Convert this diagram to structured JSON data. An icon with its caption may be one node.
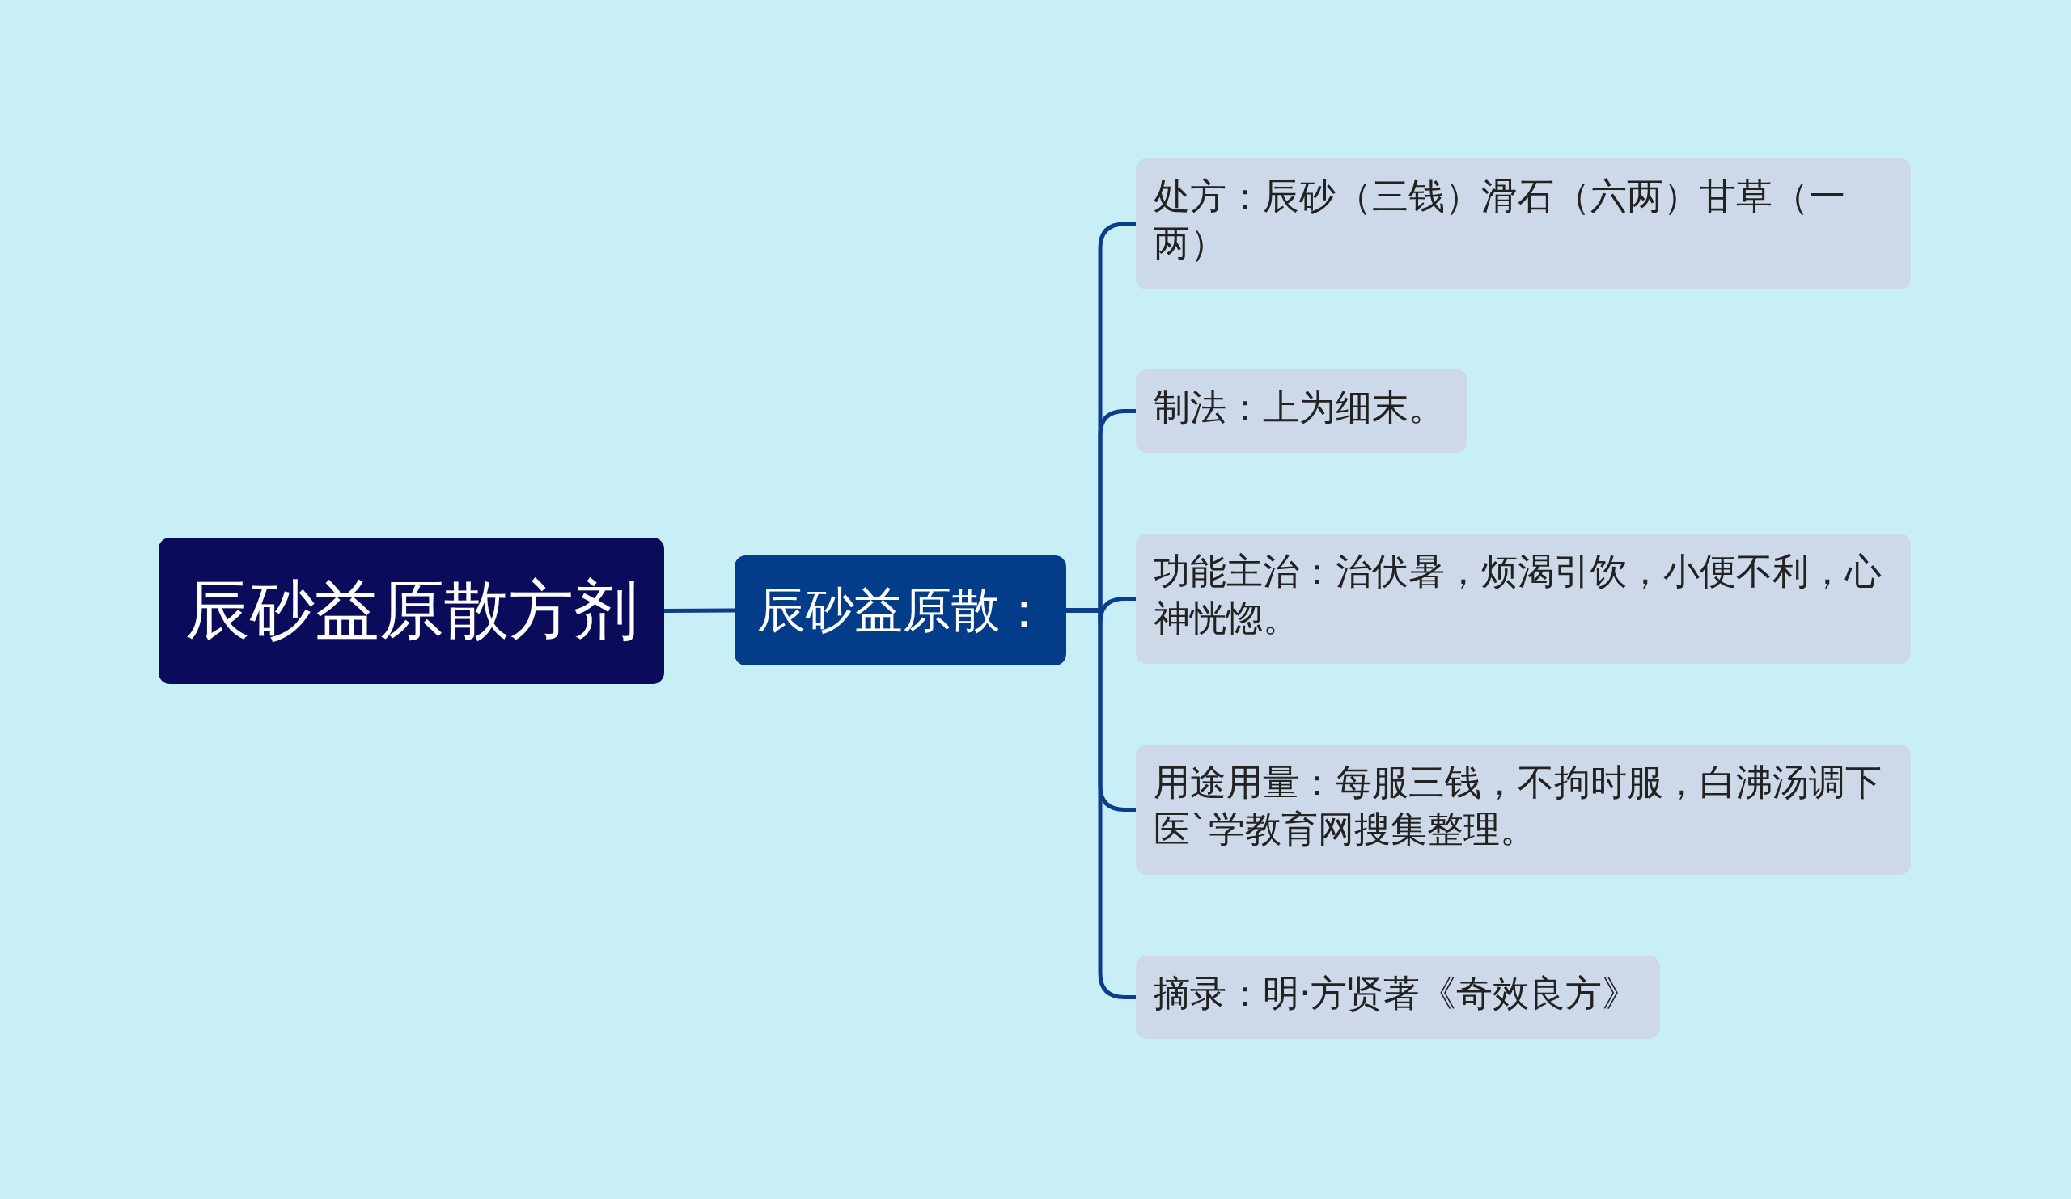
{
  "diagram": {
    "nodes": [
      {
        "text": [
          "辰砂益原散方剂"
        ]
      },
      {
        "text": [
          "辰砂益原散："
        ]
      },
      {
        "text": [
          "处方：辰砂（三钱）滑石（六两）甘草（一两）"
        ]
      },
      {
        "text": [
          "制法：上为细末。"
        ]
      },
      {
        "text": [
          "功能主治：治伏暑，烦渴引饮，小便不利，心神恍惚。"
        ]
      },
      {
        "text": [
          "用途用量：每服三钱，不拘时服，白沸汤调下医`学教育网搜集整理。"
        ]
      },
      {
        "text": [
          "摘录：明·方贤著《奇效良方》"
        ]
      }
    ],
    "edges": [
      {
        "from": 0,
        "to": 1,
        "arrow": "none"
      },
      {
        "from": 1,
        "to": 2,
        "arrow": "none"
      },
      {
        "from": 1,
        "to": 3,
        "arrow": "none"
      },
      {
        "from": 1,
        "to": 4,
        "arrow": "none"
      },
      {
        "from": 1,
        "to": 5,
        "arrow": "none"
      },
      {
        "from": 1,
        "to": 6,
        "arrow": "none"
      }
    ]
  }
}
